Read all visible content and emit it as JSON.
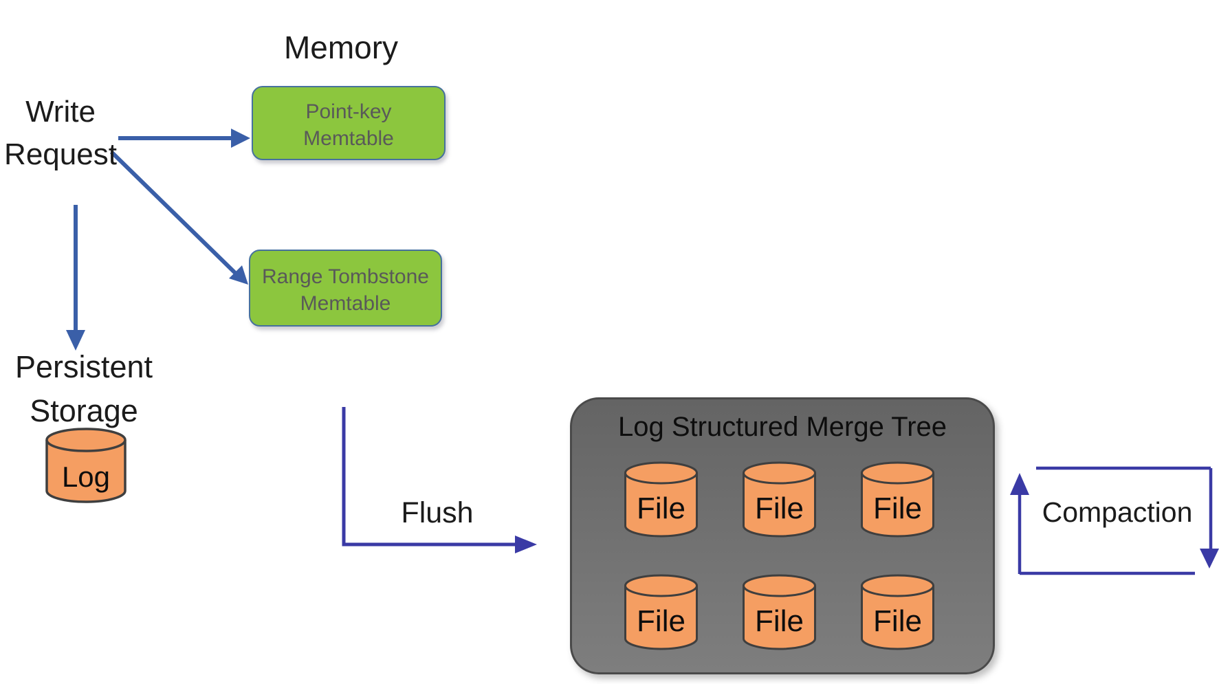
{
  "labels": {
    "memory": "Memory",
    "write_request_lines": [
      "Write",
      "Request"
    ],
    "persistent_storage_lines": [
      "Persistent",
      "Storage"
    ],
    "log": "Log",
    "flush": "Flush",
    "compaction": "Compaction"
  },
  "memtables": {
    "point_key_lines": [
      "Point-key",
      "Memtable"
    ],
    "range_tombstone_lines": [
      "Range Tombstone",
      "Memtable"
    ]
  },
  "lsm": {
    "title": "Log Structured Merge Tree",
    "files": [
      "File",
      "File",
      "File",
      "File",
      "File",
      "File"
    ]
  },
  "edges": [
    {
      "from": "Write Request",
      "to": "Point-key Memtable",
      "label": ""
    },
    {
      "from": "Write Request",
      "to": "Range Tombstone Memtable",
      "label": ""
    },
    {
      "from": "Write Request",
      "to": "Log",
      "label": ""
    },
    {
      "from": "Memtables",
      "to": "Log Structured Merge Tree",
      "label": "Flush"
    },
    {
      "from": "Log Structured Merge Tree",
      "to": "Log Structured Merge Tree",
      "label": "Compaction"
    }
  ],
  "colors": {
    "arrow-blue": "#3A5FA8",
    "flow-indigo": "#3A3AA5",
    "memtable-green": "#8CC63E",
    "memtable-border": "#46719E",
    "memtable-text": "#595959",
    "cylinder-orange": "#F59E62",
    "cylinder-stroke": "#3F3F3F",
    "lsm-gray": "#6F6F6F",
    "lsm-border": "#4A4A4A",
    "text-black": "#1B1B1B"
  }
}
